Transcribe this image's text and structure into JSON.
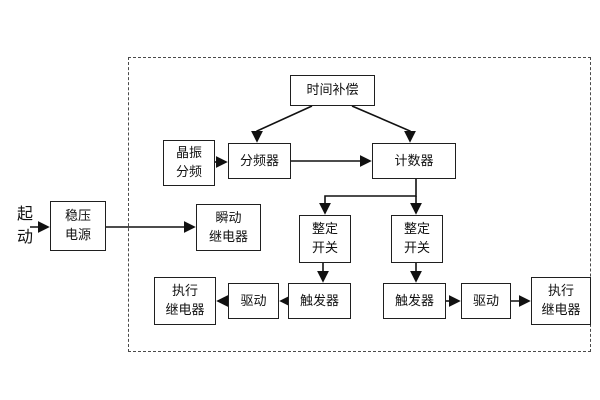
{
  "diagram": {
    "start_label": "起\n动",
    "nodes": {
      "power_supply": "稳压\n电源",
      "time_compensation": "时间补偿",
      "crystal_divider": "晶振\n分频",
      "frequency_divider": "分频器",
      "counter": "计数器",
      "instant_relay": "瞬动\n继电器",
      "setting_switch_left": "整定\n开关",
      "setting_switch_right": "整定\n开关",
      "trigger_left": "触发器",
      "trigger_right": "触发器",
      "drive_left": "驱动",
      "drive_right": "驱动",
      "exec_relay_left": "执行\n继电器",
      "exec_relay_right": "执行\n继电器"
    },
    "colors": {
      "line": "#111111",
      "box_border": "#1f1f1f",
      "background": "#ffffff"
    }
  }
}
